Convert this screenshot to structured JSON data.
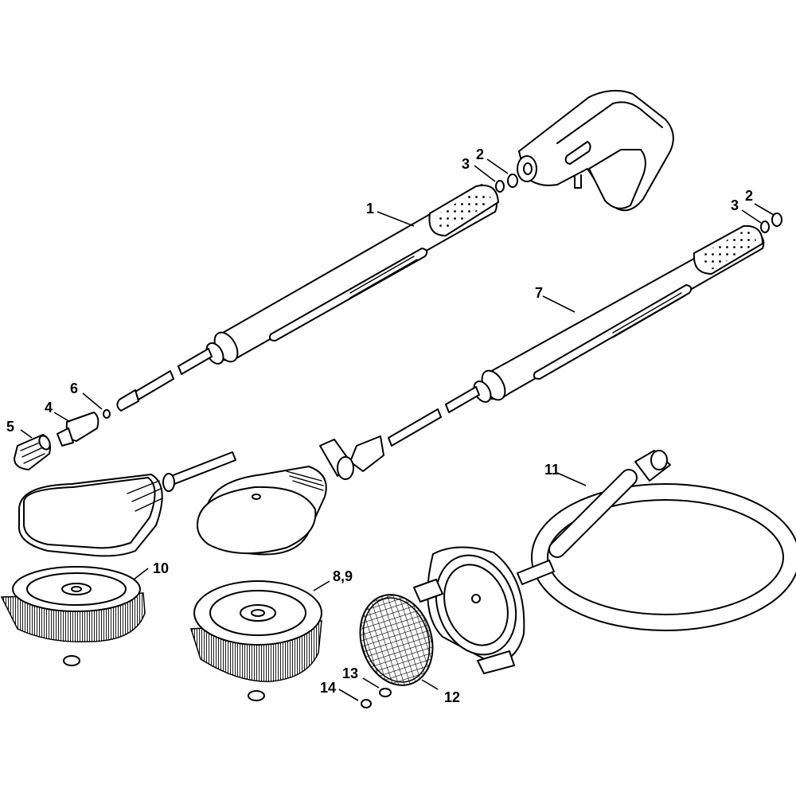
{
  "diagram": {
    "callouts": [
      {
        "id": "c1",
        "label": "1"
      },
      {
        "id": "c2a",
        "label": "2"
      },
      {
        "id": "c3a",
        "label": "3"
      },
      {
        "id": "c2b",
        "label": "2"
      },
      {
        "id": "c3b",
        "label": "3"
      },
      {
        "id": "c4",
        "label": "4"
      },
      {
        "id": "c5",
        "label": "5"
      },
      {
        "id": "c6",
        "label": "6"
      },
      {
        "id": "c7",
        "label": "7"
      },
      {
        "id": "c89",
        "label": "8,9"
      },
      {
        "id": "c10",
        "label": "10"
      },
      {
        "id": "c11",
        "label": "11"
      },
      {
        "id": "c12",
        "label": "12"
      },
      {
        "id": "c13",
        "label": "13"
      },
      {
        "id": "c14",
        "label": "14"
      }
    ]
  }
}
